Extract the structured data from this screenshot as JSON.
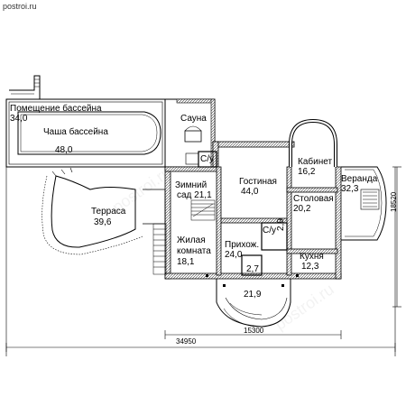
{
  "watermark": "postroi.ru",
  "rooms": {
    "pool_room": {
      "name": "Помещение бассейна",
      "area": "34,0"
    },
    "pool_bowl": {
      "name": "Чаша бассейна",
      "area": "48,0"
    },
    "sauna": {
      "name": "Сауна"
    },
    "wc_top": {
      "name": "С/у"
    },
    "winter_garden": {
      "name_line1": "Зимний",
      "name_line2": "сад 21,1"
    },
    "living": {
      "name": "Гостиная",
      "area": "44,0"
    },
    "office": {
      "name": "Кабинет",
      "area": "16,2"
    },
    "dining": {
      "name": "Столовая",
      "area": "20,2"
    },
    "veranda": {
      "name": "Веранда",
      "area": "32,3"
    },
    "terrace": {
      "name": "Терраса",
      "area": "39,6"
    },
    "bedroom": {
      "name_line1": "Жилая",
      "name_line2": "комната",
      "area": "18,1"
    },
    "hall": {
      "name": "Прихож.",
      "area": "24,0"
    },
    "wc_small": {
      "name": "С/у",
      "area": "2,9"
    },
    "kitchen": {
      "name": "Кухня",
      "area": "12,3"
    },
    "vestibule": {
      "area": "2,7"
    },
    "porch": {
      "area": "21,9"
    }
  },
  "dimensions": {
    "total_width": "34950",
    "main_width": "15300",
    "total_height": "18520"
  },
  "colors": {
    "wall": "#000000",
    "hatch": "#555555",
    "line": "#000000"
  }
}
